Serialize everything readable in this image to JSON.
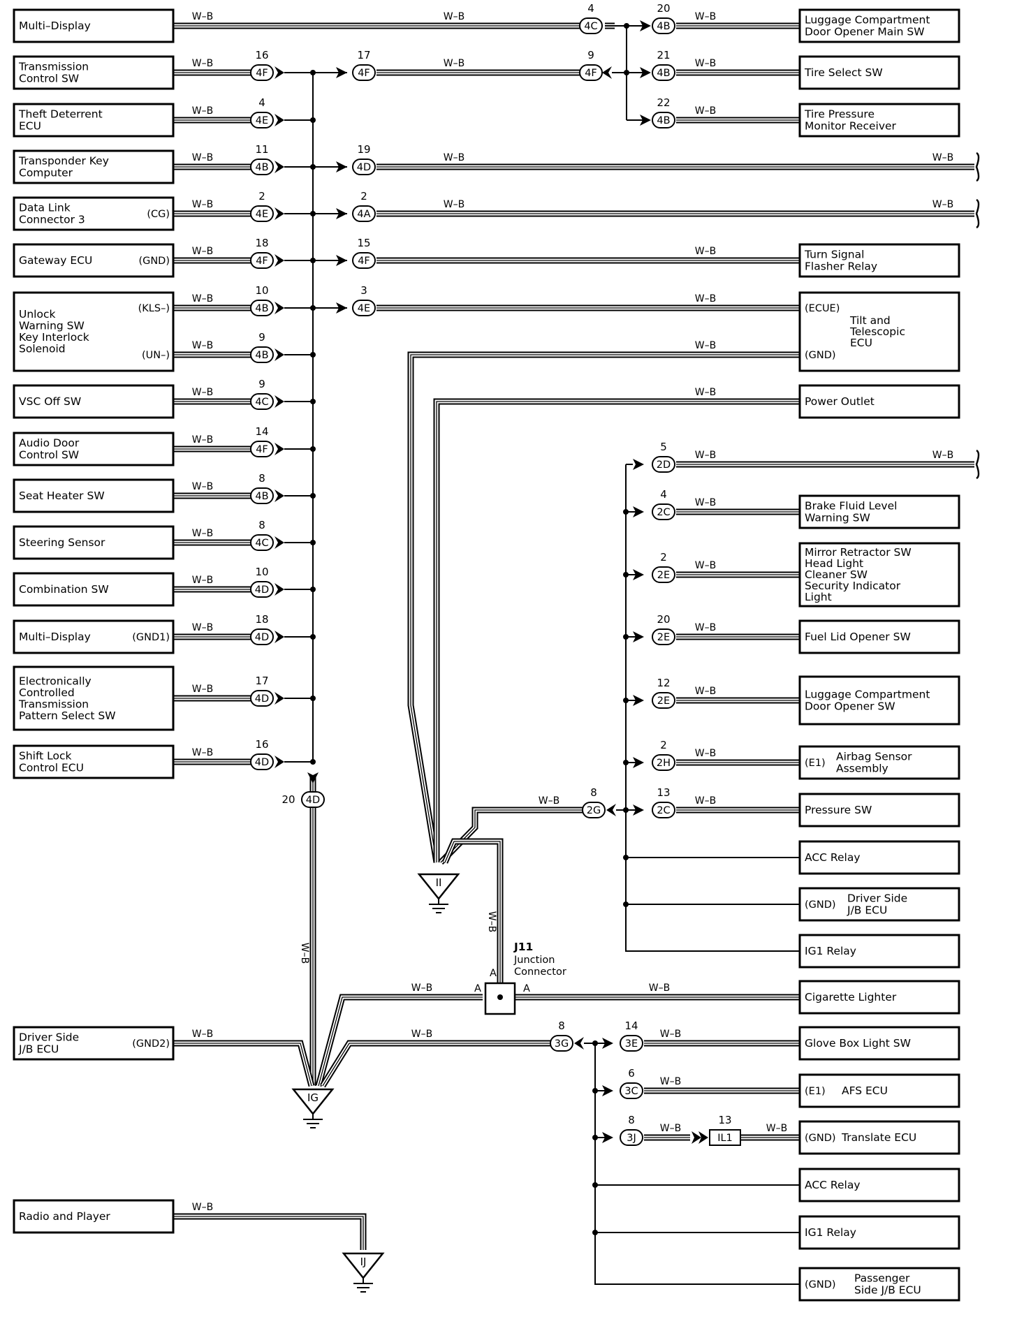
{
  "wire_color_code": "W–B",
  "left_components": [
    {
      "lines": [
        "Multi–Display"
      ],
      "pins": [],
      "connector": null,
      "pin_no": null
    },
    {
      "lines": [
        "Transmission",
        "Control SW"
      ],
      "pins": [],
      "connector": "4F",
      "pin_no": "16"
    },
    {
      "lines": [
        "Theft Deterrent",
        "ECU"
      ],
      "pins": [],
      "connector": "4E",
      "pin_no": "4"
    },
    {
      "lines": [
        "Transponder Key",
        "Computer"
      ],
      "pins": [],
      "connector": "4B",
      "pin_no": "11"
    },
    {
      "lines": [
        "Data Link",
        "Connector 3"
      ],
      "pins": [
        "(CG)"
      ],
      "connector": "4E",
      "pin_no": "2"
    },
    {
      "lines": [
        "Gateway ECU"
      ],
      "pins": [
        "(GND)"
      ],
      "connector": "4F",
      "pin_no": "18"
    },
    {
      "lines": [
        "Unlock",
        "Warning SW",
        "Key Interlock",
        "Solenoid"
      ],
      "pins": [
        "(KLS–)",
        "(UN–)"
      ],
      "connector": "4B",
      "pin_no": "10",
      "connector2": "4B",
      "pin_no2": "9"
    },
    {
      "lines": [
        "VSC Off SW"
      ],
      "pins": [],
      "connector": "4C",
      "pin_no": "9"
    },
    {
      "lines": [
        "Audio Door",
        "Control SW"
      ],
      "pins": [],
      "connector": "4F",
      "pin_no": "14"
    },
    {
      "lines": [
        "Seat Heater SW"
      ],
      "pins": [],
      "connector": "4B",
      "pin_no": "8"
    },
    {
      "lines": [
        "Steering Sensor"
      ],
      "pins": [],
      "connector": "4C",
      "pin_no": "8"
    },
    {
      "lines": [
        "Combination SW"
      ],
      "pins": [],
      "connector": "4D",
      "pin_no": "10"
    },
    {
      "lines": [
        "Multi–Display"
      ],
      "pins": [
        "(GND1)"
      ],
      "connector": "4D",
      "pin_no": "18"
    },
    {
      "lines": [
        "Electronically",
        "Controlled",
        "Transmission",
        "Pattern Select SW"
      ],
      "pins": [],
      "connector": "4D",
      "pin_no": "17"
    },
    {
      "lines": [
        "Shift Lock",
        "Control ECU"
      ],
      "pins": [],
      "connector": "4D",
      "pin_no": "16"
    },
    {
      "lines": [
        "Driver Side",
        "J/B ECU"
      ],
      "pins": [
        "(GND2)"
      ],
      "connector": null,
      "pin_no": null
    },
    {
      "lines": [
        "Radio and Player"
      ],
      "pins": [],
      "connector": null,
      "pin_no": null
    }
  ],
  "right_components": [
    {
      "lines": [
        "Luggage Compartment",
        "Door Opener Main SW"
      ],
      "pin": "",
      "connector": "4B",
      "pin_no": "20"
    },
    {
      "lines": [
        "Tire Select SW"
      ],
      "pin": "",
      "connector": "4B",
      "pin_no": "21"
    },
    {
      "lines": [
        "Tire Pressure",
        "Monitor Receiver"
      ],
      "pin": "",
      "connector": "4B",
      "pin_no": "22"
    },
    {
      "lines": [
        "Turn Signal",
        "Flasher Relay"
      ],
      "pin": "",
      "connector": null,
      "pin_no": null
    },
    {
      "lines": [
        "Tilt and",
        "Telescopic",
        "ECU"
      ],
      "pins": [
        "(ECUE)",
        "(GND)"
      ],
      "connector": null,
      "pin_no": null
    },
    {
      "lines": [
        "Power Outlet"
      ],
      "pin": "",
      "connector": null,
      "pin_no": null
    },
    {
      "lines": [
        "Brake Fluid Level",
        "Warning SW"
      ],
      "pin": "",
      "connector": "2C",
      "pin_no": "4"
    },
    {
      "lines": [
        "Mirror Retractor SW",
        "Head Light",
        "Cleaner SW",
        "Security Indicator",
        "Light"
      ],
      "pin": "",
      "connector": "2E",
      "pin_no": "2"
    },
    {
      "lines": [
        "Fuel Lid Opener SW"
      ],
      "pin": "",
      "connector": "2E",
      "pin_no": "20"
    },
    {
      "lines": [
        "Luggage Compartment",
        "Door Opener SW"
      ],
      "pin": "",
      "connector": "2E",
      "pin_no": "12"
    },
    {
      "lines": [
        "Airbag Sensor",
        "Assembly"
      ],
      "pin": "(E1)",
      "connector": "2H",
      "pin_no": "2"
    },
    {
      "lines": [
        "Pressure SW"
      ],
      "pin": "",
      "connector": "2C",
      "pin_no": "13"
    },
    {
      "lines": [
        "ACC Relay"
      ],
      "pin": "",
      "connector": null,
      "pin_no": null
    },
    {
      "lines": [
        "Driver Side",
        "J/B ECU"
      ],
      "pin": "(GND)",
      "connector": null,
      "pin_no": null
    },
    {
      "lines": [
        "IG1 Relay"
      ],
      "pin": "",
      "connector": null,
      "pin_no": null
    },
    {
      "lines": [
        "Cigarette Lighter"
      ],
      "pin": "",
      "connector": null,
      "pin_no": null
    },
    {
      "lines": [
        "Glove Box Light SW"
      ],
      "pin": "",
      "connector": "3E",
      "pin_no": "14"
    },
    {
      "lines": [
        "AFS ECU"
      ],
      "pin": "(E1)",
      "connector": "3C",
      "pin_no": "6"
    },
    {
      "lines": [
        "Translate ECU"
      ],
      "pin": "(GND)",
      "connector": "3J",
      "pin_no": "8"
    },
    {
      "lines": [
        "ACC Relay"
      ],
      "pin": "",
      "connector": null,
      "pin_no": null
    },
    {
      "lines": [
        "IG1 Relay"
      ],
      "pin": "",
      "connector": null,
      "pin_no": null
    },
    {
      "lines": [
        "Passenger",
        "Side J/B ECU"
      ],
      "pin": "(GND)",
      "connector": null,
      "pin_no": null
    }
  ],
  "mid_connectors": [
    {
      "code": "4C",
      "pin_no": "4"
    },
    {
      "code": "4F",
      "pin_no": "17"
    },
    {
      "code": "4F",
      "pin_no": "9"
    },
    {
      "code": "4D",
      "pin_no": "19"
    },
    {
      "code": "4A",
      "pin_no": "2"
    },
    {
      "code": "4F",
      "pin_no": "15"
    },
    {
      "code": "4E",
      "pin_no": "3"
    },
    {
      "code": "4D",
      "pin_no": "20"
    },
    {
      "code": "2D",
      "pin_no": "5"
    },
    {
      "code": "2G",
      "pin_no": "8"
    },
    {
      "code": "3G",
      "pin_no": "8"
    },
    {
      "code": "IL1",
      "pin_no": "13"
    }
  ],
  "ground_points": [
    "IG",
    "II",
    "IJ"
  ],
  "junction": {
    "name": "J11",
    "lines": [
      "Junction",
      "Connector"
    ],
    "pin_a": "A"
  }
}
